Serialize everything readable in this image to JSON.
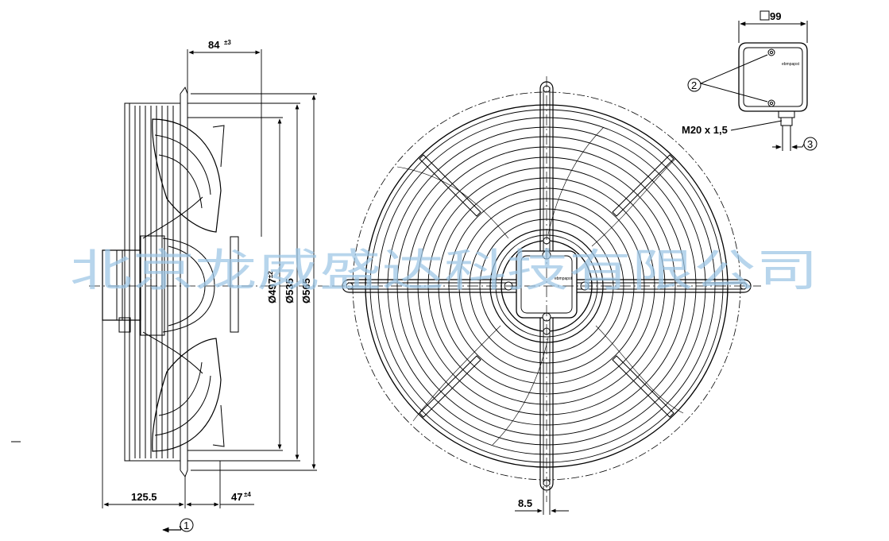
{
  "dimensions": {
    "depth": "84",
    "depth_tol": "±3",
    "mount_offset": "125.5",
    "blade_offset": "47",
    "blade_offset_tol": "±4",
    "dia_inner": "Ø497",
    "dia_inner_tol": "±2",
    "dia_mid": "Ø535",
    "dia_outer": "Ø565",
    "slot_width": "8.5",
    "terminal_box": "99",
    "cable_gland_thread": "M20 x 1,5"
  },
  "callouts": {
    "airflow": "1",
    "mounting_screws": "2",
    "cable_outlet": "3"
  },
  "terminal_box_brand": "ebmpapst",
  "hub_brand": "ebmpapst",
  "watermark": "北京龙威盛达科技有限公司",
  "colors": {
    "line": "#000000",
    "watermark": "#9cc6e6"
  }
}
